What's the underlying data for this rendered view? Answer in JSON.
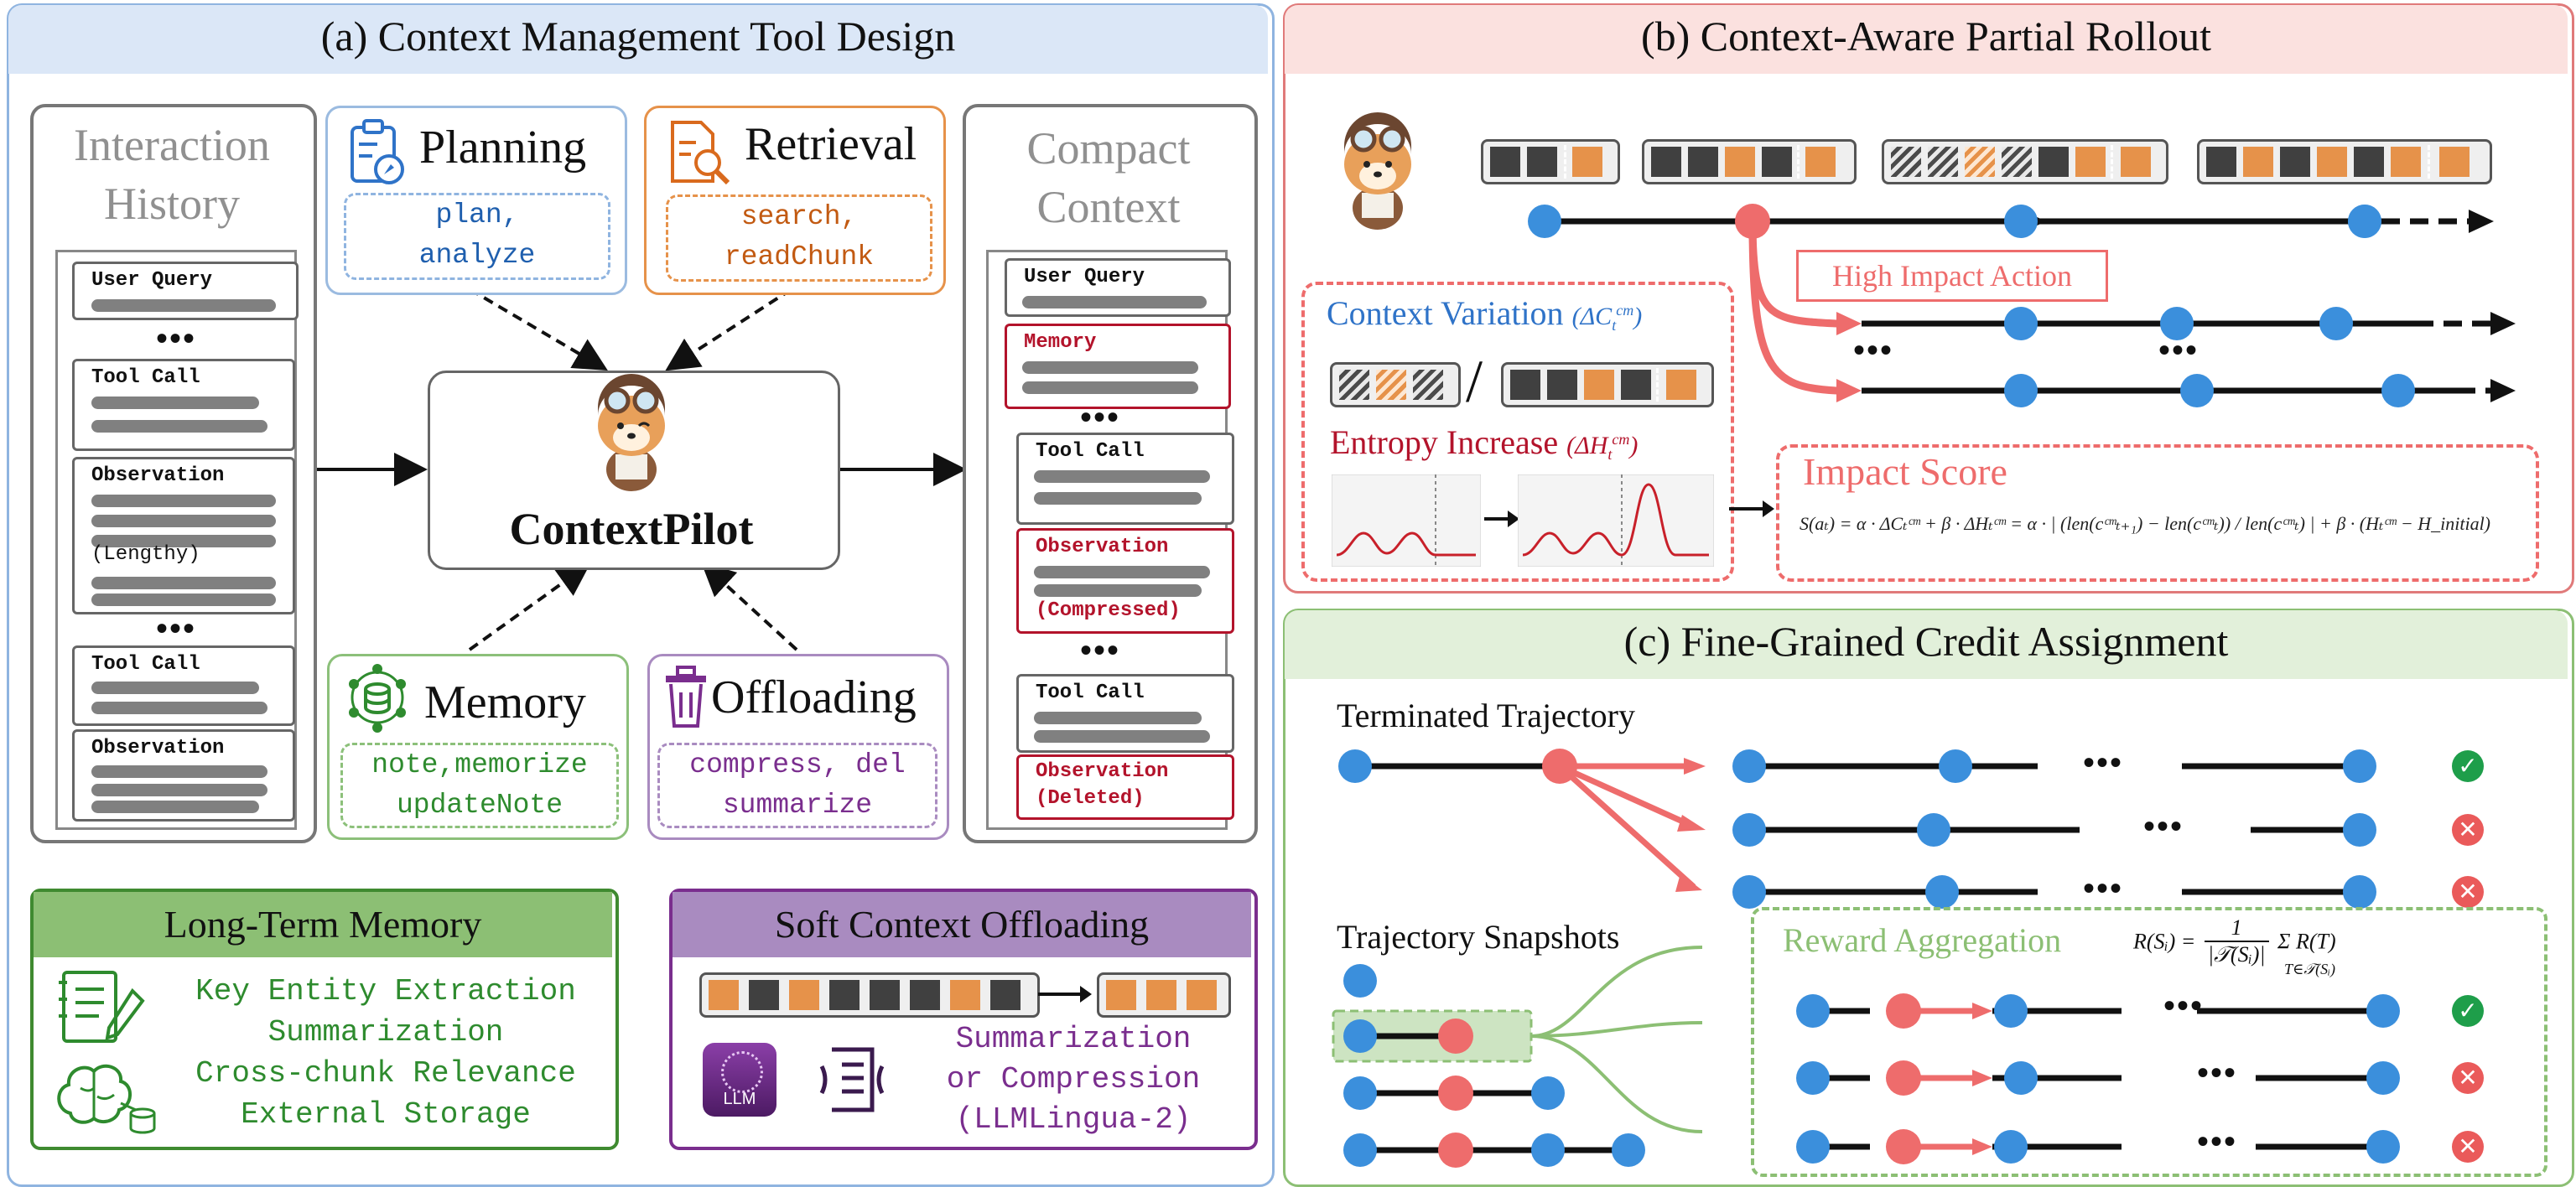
{
  "colors": {
    "blue_node": "#3b8fdc",
    "red_node": "#ee6c6c",
    "panel_a": "#dbe7f7",
    "panel_b": "#fbe1df",
    "panel_c": "#e2f0da",
    "green": "#2e8b2e",
    "purple": "#7a2e8e"
  },
  "panel_a": {
    "title": "(a) Context Management Tool Design",
    "interaction_history": {
      "title": "Interaction History",
      "cards": [
        "User Query",
        "Tool Call",
        "Observation",
        "(Lengthy)",
        "Tool Call",
        "Observation"
      ],
      "ellipsis": "•••"
    },
    "center": {
      "label": "ContextPilot",
      "mascot_icon": "pilot-dog-mascot-icon"
    },
    "tools": {
      "planning": {
        "title": "Planning",
        "ops": [
          "plan,",
          "analyze"
        ],
        "icon": "clipboard-compass-icon"
      },
      "retrieval": {
        "title": "Retrieval",
        "ops": [
          "search,",
          "readChunk"
        ],
        "icon": "document-search-icon"
      },
      "memory": {
        "title": "Memory",
        "ops": [
          "note,memorize",
          "updateNote"
        ],
        "icon": "database-network-icon"
      },
      "offloading": {
        "title": "Offloading",
        "ops": [
          "compress, del",
          "summarize"
        ],
        "icon": "trash-icon"
      }
    },
    "compact_context": {
      "title": "Compact Context",
      "cards": [
        "User Query",
        "Memory",
        "Tool Call",
        "Observation",
        "(Compressed)",
        "Tool Call",
        "Observation",
        "(Deleted)"
      ],
      "ellipsis": "•••"
    },
    "long_term_memory": {
      "title": "Long-Term Memory",
      "items": [
        "Key Entity Extraction",
        "Summarization",
        "Cross-chunk Relevance",
        "External Storage"
      ],
      "icons": [
        "notebook-pencil-icon",
        "brain-storage-icon"
      ]
    },
    "soft_offloading": {
      "title": "Soft Context Offloading",
      "items": [
        "Summarization",
        "or Compression",
        "(LLMLingua-2)"
      ],
      "llm_label": "LLM",
      "icons": [
        "llm-chip-icon",
        "compress-text-icon"
      ]
    }
  },
  "panel_b": {
    "title": "(b) Context-Aware Partial Rollout",
    "high_impact_label": "High Impact Action",
    "context_variation": "Context Variation",
    "context_variation_symbol": "ΔC",
    "entropy_increase": "Entropy Increase",
    "entropy_symbol": "ΔH",
    "slash": "/",
    "ellipsis": "•••",
    "impact_score_title": "Impact Score",
    "impact_formula": "S(aₜ) = α · ΔCₜᶜᵐ + β · ΔHₜᶜᵐ = α · | (len(cᶜᵐₜ₊₁) − len(cᶜᵐₜ)) / len(cᶜᵐₜ) | + β · (Hₜᶜᵐ − H_initial)"
  },
  "panel_c": {
    "title": "(c) Fine-Grained Credit Assignment",
    "terminated": "Terminated Trajectory",
    "snapshots": "Trajectory Snapshots",
    "reward_aggregation": "Reward Aggregation",
    "reward_formula_lhs": "R(Sᵢ) =",
    "reward_formula_rhs": "Σ R(T)",
    "reward_formula_frac_num": "1",
    "reward_formula_frac_den": "|𝒯(Sᵢ)|",
    "reward_formula_sub": "T∈𝒯(Sᵢ)",
    "ellipsis": "•••",
    "ok_mark": "✓",
    "fail_mark": "✕"
  }
}
